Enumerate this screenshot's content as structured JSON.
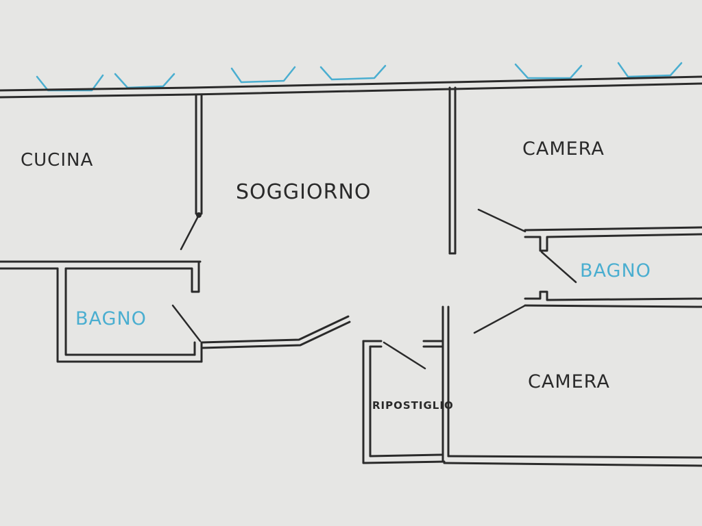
{
  "colors": {
    "paper": "#e6e6e4",
    "ink": "#2a2a2a",
    "blue_ink": "#4aaed0"
  },
  "rooms": {
    "cucina": "CUCINA",
    "soggiorno": "SOGGIORNO",
    "camera_top": "CAMERA",
    "camera_bottom": "CAMERA",
    "bagno_left": "BAGNO",
    "bagno_right": "BAGNO",
    "ripostiglio": "RIPOSTIGLIO"
  },
  "windows": [
    "window-1",
    "window-2",
    "window-3",
    "window-4",
    "window-5",
    "window-6"
  ]
}
